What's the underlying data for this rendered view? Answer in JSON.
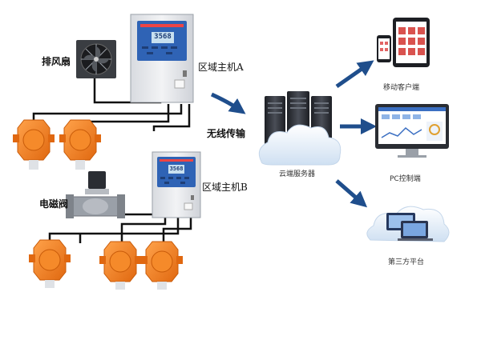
{
  "labels": {
    "fan": "排风扇",
    "host_a": "区域主机A",
    "host_b": "区域主机B",
    "wireless": "无线传输",
    "valve": "电磁阀",
    "cloud": "云端服务器",
    "mobile": "移动客户端",
    "pc": "PC控制端",
    "third_party": "第三方平台"
  },
  "display_values": {
    "host_a": "3568",
    "host_b": "3568"
  },
  "colors": {
    "detector": "#f07c18",
    "detector_dark": "#c85a08",
    "cabinet": "#e6e8ec",
    "panel": "#2f63b5",
    "lcd": "#c8e0f0",
    "arrow": "#1f4e8c",
    "wire": "#111111"
  }
}
